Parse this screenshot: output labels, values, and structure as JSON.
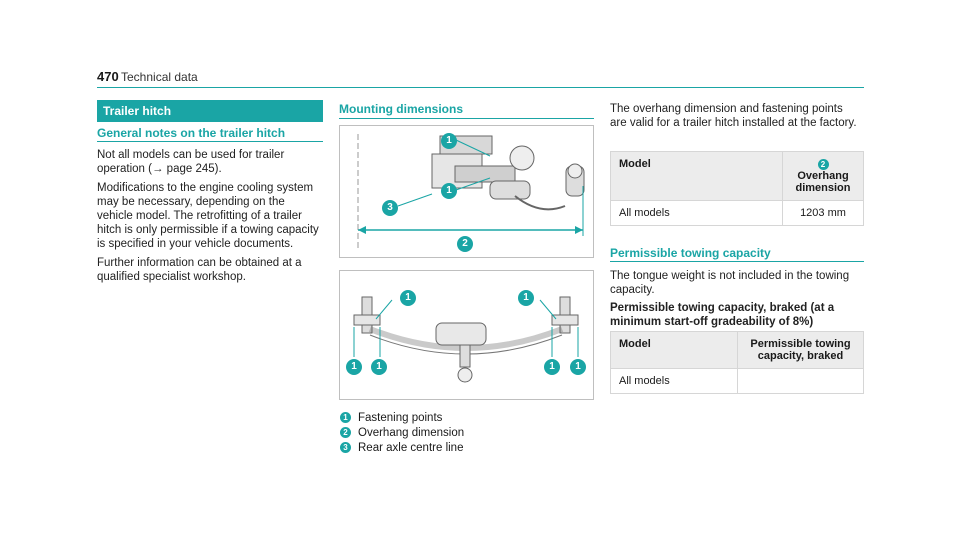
{
  "header": {
    "page_number": "470",
    "running_title": "Technical data"
  },
  "left": {
    "section_bar": "Trailer hitch",
    "subsection_title": "General notes on the trailer hitch",
    "paragraphs": [
      "Not all models can be used for trailer operation (→ page 245).",
      "Modifications to the engine cooling system may be necessary, depending on the vehicle model. The retrofitting of a trailer hitch is only permissible if a towing capacity is specified in your vehicle documents.",
      "Further information can be obtained at a qualified specialist workshop."
    ]
  },
  "middle": {
    "title": "Mounting dimensions",
    "figure1_badges": [
      "1",
      "1",
      "3",
      "2"
    ],
    "figure2_badges": [
      "1",
      "1",
      "1",
      "1",
      "1",
      "1"
    ],
    "legend": [
      {
        "num": "1",
        "text": "Fastening points"
      },
      {
        "num": "2",
        "text": "Overhang dimension"
      },
      {
        "num": "3",
        "text": "Rear axle centre line"
      }
    ]
  },
  "right": {
    "intro": "The overhang dimension and fastening points are valid for a trailer hitch installed at the factory.",
    "table1": {
      "col1_header": "Model",
      "col2_badge": "2",
      "col2_header": "Overhang dimension",
      "row_model": "All models",
      "row_value": "1203 mm"
    },
    "towing_title": "Permissible towing capacity",
    "towing_text": "The tongue weight is not included in the towing capacity.",
    "towing_subtitle": "Permissible towing capacity, braked (at a minimum start-off gradeability of 8%)",
    "table2": {
      "col1_header": "Model",
      "col2_header": "Permissible towing capacity, braked",
      "row_model": "All models",
      "row_value": ""
    }
  },
  "colors": {
    "accent": "#1aa5a5"
  }
}
